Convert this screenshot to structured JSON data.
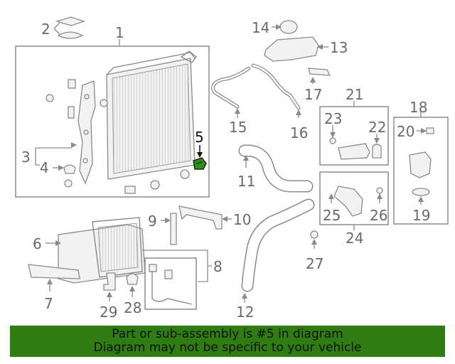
{
  "diagram": {
    "highlighted_part": "5",
    "highlight_color": "#2f8f1a",
    "callouts": [
      "1",
      "2",
      "3",
      "4",
      "5",
      "6",
      "7",
      "8",
      "9",
      "10",
      "11",
      "12",
      "13",
      "14",
      "15",
      "16",
      "17",
      "18",
      "19",
      "20",
      "21",
      "22",
      "23",
      "24",
      "25",
      "26",
      "27",
      "28",
      "29"
    ]
  },
  "banner": {
    "line1": "Part or sub-assembly is #5 in diagram",
    "line2": "Diagram may not be specific to your vehicle",
    "background": "#2f7d12"
  }
}
